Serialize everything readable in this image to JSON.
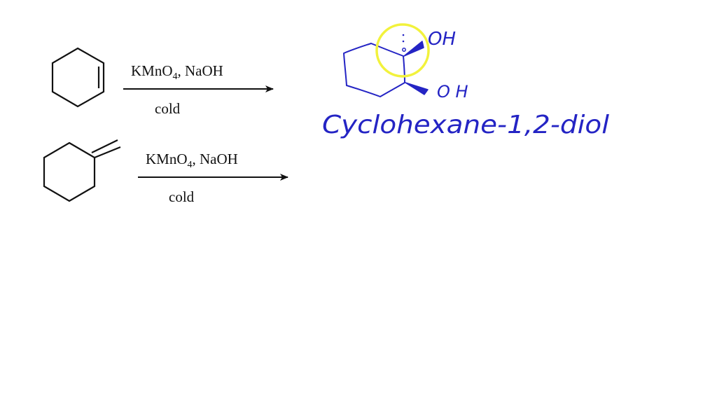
{
  "reactions": [
    {
      "reactant": "cyclohexene",
      "reagents": {
        "main": "KMnO",
        "subscript": "4",
        "rest": ", NaOH"
      },
      "condition": "cold"
    },
    {
      "reactant": "methylenecyclohexane",
      "reagents": {
        "main": "KMnO",
        "subscript": "4",
        "rest": ", NaOH"
      },
      "condition": "cold"
    }
  ],
  "annotation": {
    "product_labels": {
      "oh_top": "OH",
      "oh_bottom": "O H"
    },
    "product_name": "Cyclohexane-1,2-diol",
    "highlight_color": "#f2f23c",
    "ink_color": "#2424c4"
  }
}
